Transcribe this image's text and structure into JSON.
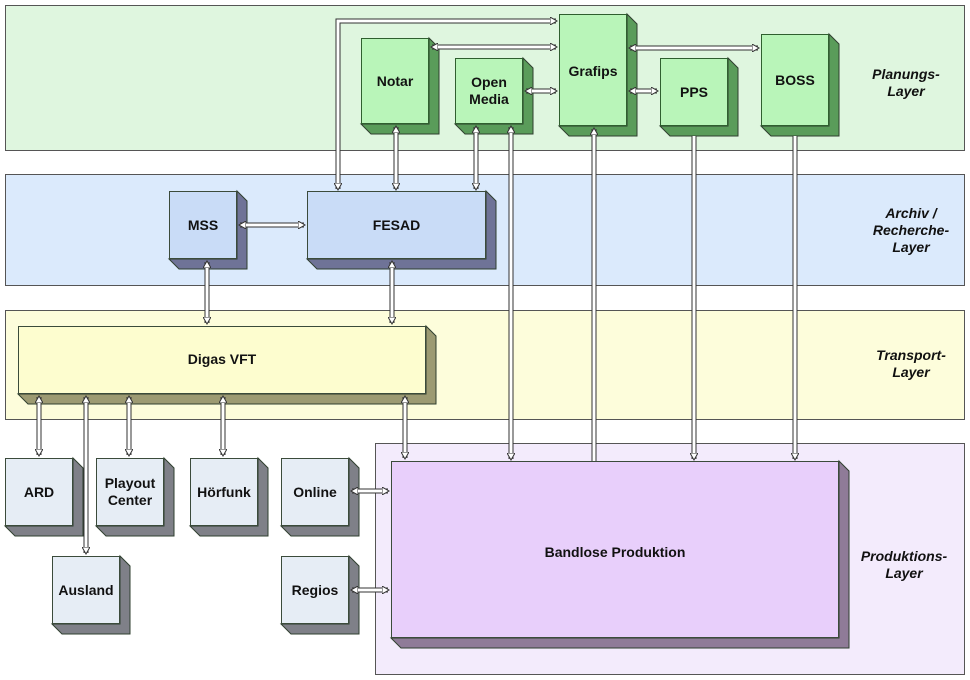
{
  "layers": {
    "planung": {
      "label": "Planungs-\nLayer",
      "color": "#dff6df"
    },
    "archiv": {
      "label": "Archiv /\nRecherche-\nLayer",
      "color": "#dbeafc"
    },
    "transport": {
      "label": "Transport-\nLayer",
      "color": "#fdfddb"
    },
    "produktion": {
      "label": "Produktions-\nLayer",
      "color": "#f3ebfc"
    }
  },
  "boxes": {
    "notar": "Notar",
    "open_media": "Open\nMedia",
    "grafips": "Grafips",
    "pps": "PPS",
    "boss": "BOSS",
    "mss": "MSS",
    "fesad": "FESAD",
    "digas": "Digas VFT",
    "ard": "ARD",
    "playout": "Playout\nCenter",
    "hoerfunk": "Hörfunk",
    "online": "Online",
    "ausland": "Ausland",
    "regios": "Regios",
    "bandlos": "Bandlose Produktion"
  },
  "colors": {
    "green_face": "#b9f5b9",
    "green_side": "#5a9c5a",
    "blue_face": "#c9dcf7",
    "blue_side": "#6f7397",
    "yellow_face": "#fdfdcf",
    "yellow_side": "#9c9a72",
    "gray_face": "#e6edf5",
    "gray_side": "#7f8088",
    "purple_face": "#e8cffb",
    "purple_side": "#8f7b98"
  }
}
